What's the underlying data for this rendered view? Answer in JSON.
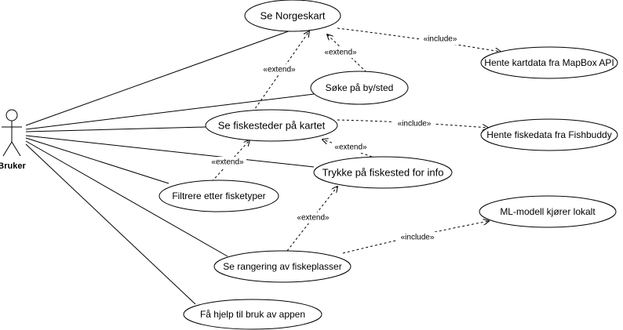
{
  "actor": {
    "name": "Bruker"
  },
  "use_cases": {
    "norgeskart": "Se Norgeskart",
    "kartdata": "Hente kartdata fra MapBox API",
    "soke": "Søke på by/sted",
    "fiskesteder": "Se fiskesteder på kartet",
    "fiskedata": "Hente fiskedata fra Fishbuddy",
    "trykke": "Trykke på fiskested for info",
    "filtrere": "Filtrere etter fisketyper",
    "mlmodell": "ML-modell kjører lokalt",
    "rangering": "Se rangering av fiskeplasser",
    "hjelp": "Få hjelp til bruk av appen"
  },
  "relations": {
    "include_kartdata": "«include»",
    "extend_soke": "«extend»",
    "extend_fiskesteder": "«extend»",
    "include_fiskedata": "«include»",
    "extend_trykke": "«extend»",
    "extend_filtrere": "«extend»",
    "extend_rangering": "«extend»",
    "include_ml": "«include»"
  }
}
